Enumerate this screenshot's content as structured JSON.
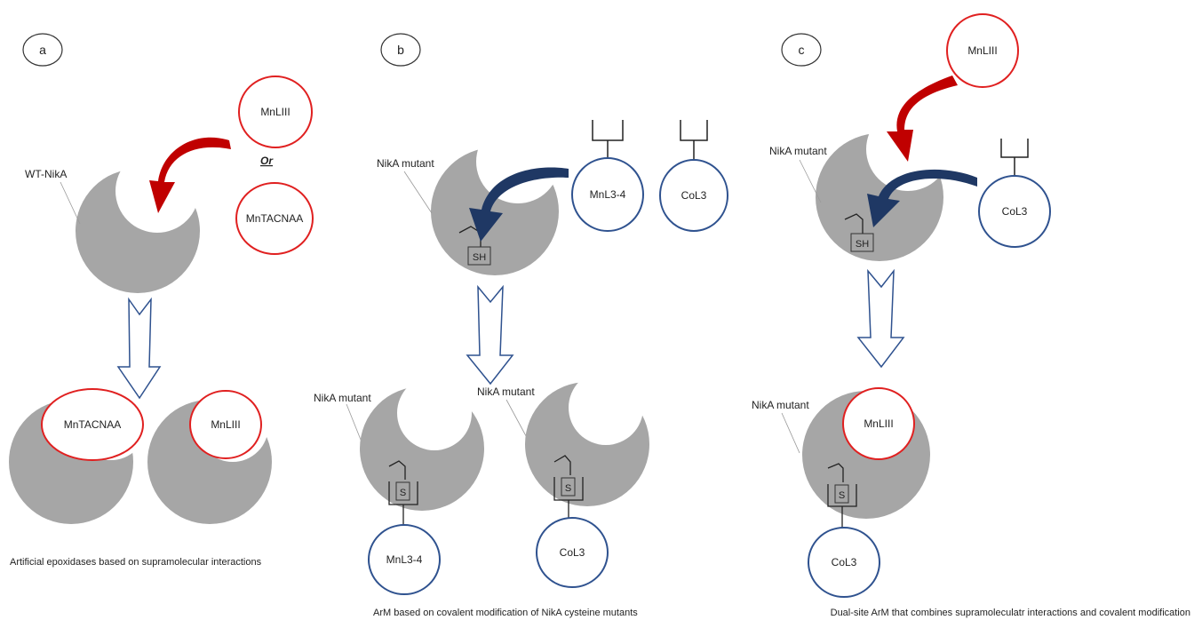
{
  "panels": {
    "a": {
      "label": "a",
      "protein_label": "WT-NikA",
      "complex_1": "MnLIII",
      "or_text": "Or",
      "complex_2": "MnTACNAA",
      "result_1": "MnTACNAA",
      "result_2": "MnLIII",
      "caption": "Artificial epoxidases based on supramolecular interactions"
    },
    "b": {
      "label": "b",
      "protein_label": "NikA mutant",
      "thiol": "SH",
      "complex_1": "MnL3-4",
      "complex_2": "CoL3",
      "result_protein_1": "NikA mutant",
      "result_protein_2": "NikA mutant",
      "bond_1": "S",
      "bond_2": "S",
      "result_1": "MnL3-4",
      "result_2": "CoL3",
      "caption": "ArM based on covalent modification of NikA cysteine mutants"
    },
    "c": {
      "label": "c",
      "protein_label": "NikA mutant",
      "thiol": "SH",
      "complex_1": "MnLIII",
      "complex_2": "CoL3",
      "result_protein": "NikA mutant",
      "result_1": "MnLIII",
      "bond": "S",
      "result_2": "CoL3",
      "caption": "Dual-site ArM that combines supramoleculatr interactions and covalent modification"
    }
  },
  "colors": {
    "protein": "#a6a6a6",
    "supramolecular": "#e02020",
    "covalent": "#2f528f",
    "arrow_red": "#c00000",
    "arrow_blue": "#1f3864",
    "outline": "#2f528f"
  }
}
